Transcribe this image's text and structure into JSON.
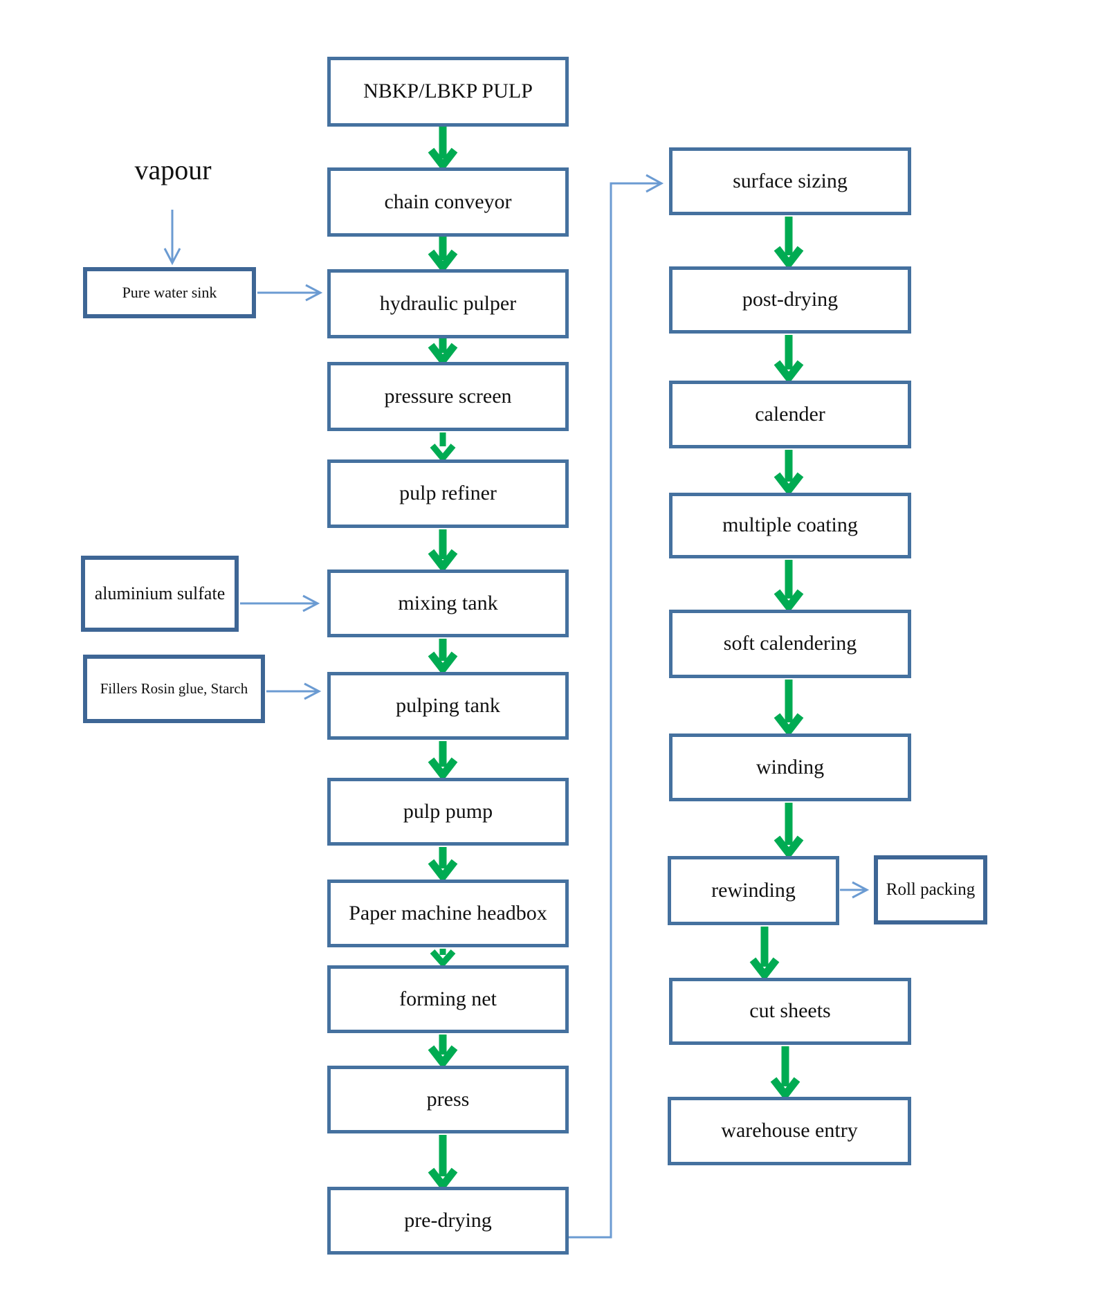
{
  "diagram": {
    "title_hint": "paper manufacturing process flowchart",
    "colors": {
      "box_border": "#45719f",
      "side_box_border": "#3e6695",
      "flow_arrow_green": "#00ab52",
      "connector_blue": "#6b9bd2",
      "text": "#111111",
      "background": "#ffffff"
    },
    "main_flow_left": [
      "NBKP/LBKP PULP",
      "chain conveyor",
      "hydraulic pulper",
      "pressure screen",
      "pulp refiner",
      "mixing tank",
      "pulping tank",
      "pulp pump",
      "Paper machine headbox",
      "forming net",
      "press",
      "pre-drying"
    ],
    "main_flow_right": [
      "surface sizing",
      "post-drying",
      "calender",
      "multiple coating",
      "soft calendering",
      "winding",
      "rewinding",
      "cut sheets",
      "warehouse entry"
    ],
    "inputs": {
      "vapour_label": "vapour",
      "pure_water_sink": "Pure water sink",
      "aluminium_sulfate": "aluminium sulfate",
      "fillers": "Fillers Rosin glue, Starch",
      "roll_packing": "Roll packing"
    }
  }
}
